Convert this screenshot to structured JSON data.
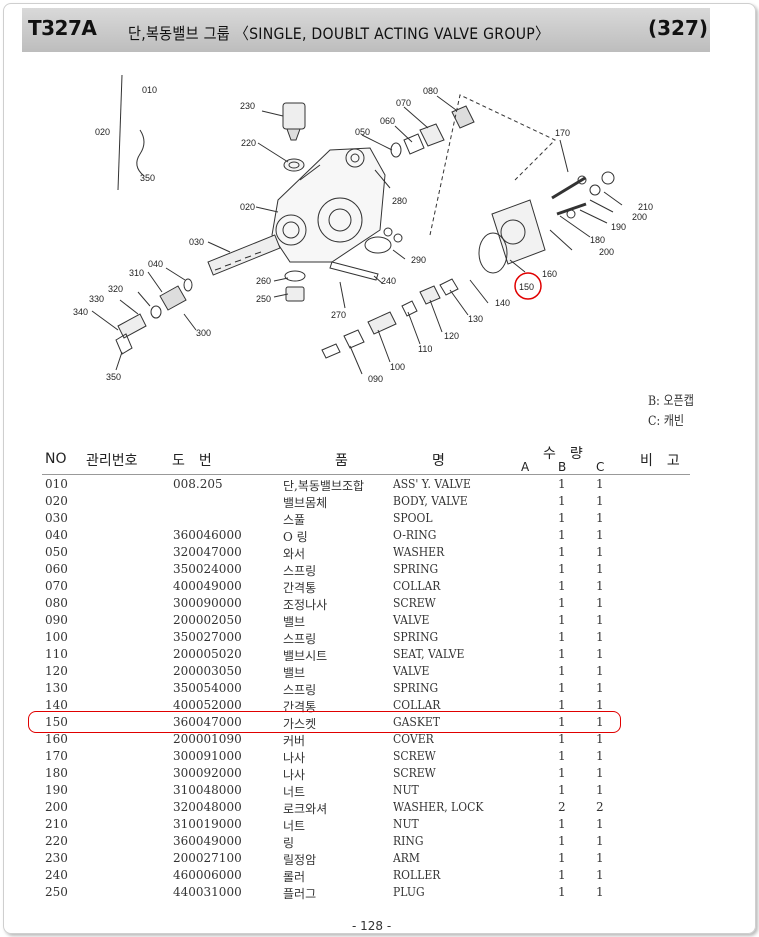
{
  "header": {
    "code": "T327A",
    "title": "단,복동밸브 그룹 〈SINGLE, DOUBLT ACTING VALVE GROUP〉",
    "page_ref": "(327)"
  },
  "diagram_callouts": [
    "010",
    "020",
    "350",
    "230",
    "220",
    "020",
    "030",
    "040",
    "310",
    "320",
    "330",
    "340",
    "350",
    "300",
    "260",
    "250",
    "270",
    "240",
    "290",
    "280",
    "050",
    "060",
    "070",
    "080",
    "170",
    "210",
    "200",
    "190",
    "180",
    "200",
    "160",
    "150",
    "140",
    "130",
    "120",
    "110",
    "100",
    "090"
  ],
  "legend": [
    "B: 오픈캡",
    "C: 캐빈"
  ],
  "table": {
    "headers": {
      "no": "NO",
      "mgmt": "관리번호",
      "drawing": "도　번",
      "name_a": "품",
      "name_b": "명",
      "qty": "수　량",
      "qa": "A",
      "qb": "B",
      "qc": "C",
      "remarks": "비　고"
    },
    "rows": [
      {
        "no": "010",
        "code": "008.205",
        "kr": "단,복동밸브조합",
        "en": "ASS' Y. VALVE",
        "b": "1",
        "c": "1"
      },
      {
        "no": "020",
        "code": "",
        "kr": "밸브몸체",
        "en": "BODY, VALVE",
        "b": "1",
        "c": "1"
      },
      {
        "no": "030",
        "code": "",
        "kr": "스풀",
        "en": "SPOOL",
        "b": "1",
        "c": "1"
      },
      {
        "no": "040",
        "code": "360046000",
        "kr": "O 링",
        "en": "O-RING",
        "b": "1",
        "c": "1"
      },
      {
        "no": "050",
        "code": "320047000",
        "kr": "와서",
        "en": "WASHER",
        "b": "1",
        "c": "1"
      },
      {
        "no": "060",
        "code": "350024000",
        "kr": "스프링",
        "en": "SPRING",
        "b": "1",
        "c": "1"
      },
      {
        "no": "070",
        "code": "400049000",
        "kr": "간격통",
        "en": "COLLAR",
        "b": "1",
        "c": "1"
      },
      {
        "no": "080",
        "code": "300090000",
        "kr": "조정나사",
        "en": "SCREW",
        "b": "1",
        "c": "1"
      },
      {
        "no": "090",
        "code": "200002050",
        "kr": "밸브",
        "en": "VALVE",
        "b": "1",
        "c": "1"
      },
      {
        "no": "100",
        "code": "350027000",
        "kr": "스프링",
        "en": "SPRING",
        "b": "1",
        "c": "1"
      },
      {
        "no": "110",
        "code": "200005020",
        "kr": "밸브시트",
        "en": "SEAT, VALVE",
        "b": "1",
        "c": "1"
      },
      {
        "no": "120",
        "code": "200003050",
        "kr": "밸브",
        "en": "VALVE",
        "b": "1",
        "c": "1"
      },
      {
        "no": "130",
        "code": "350054000",
        "kr": "스프링",
        "en": "SPRING",
        "b": "1",
        "c": "1"
      },
      {
        "no": "140",
        "code": "400052000",
        "kr": "간격통",
        "en": "COLLAR",
        "b": "1",
        "c": "1"
      },
      {
        "no": "150",
        "code": "360047000",
        "kr": "가스켓",
        "en": "GASKET",
        "b": "1",
        "c": "1"
      },
      {
        "no": "160",
        "code": "200001090",
        "kr": "커버",
        "en": "COVER",
        "b": "1",
        "c": "1"
      },
      {
        "no": "170",
        "code": "300091000",
        "kr": "나사",
        "en": "SCREW",
        "b": "1",
        "c": "1"
      },
      {
        "no": "180",
        "code": "300092000",
        "kr": "나사",
        "en": "SCREW",
        "b": "1",
        "c": "1"
      },
      {
        "no": "190",
        "code": "310048000",
        "kr": "너트",
        "en": "NUT",
        "b": "1",
        "c": "1"
      },
      {
        "no": "200",
        "code": "320048000",
        "kr": "로크와셔",
        "en": "WASHER, LOCK",
        "b": "2",
        "c": "2"
      },
      {
        "no": "210",
        "code": "310019000",
        "kr": "너트",
        "en": "NUT",
        "b": "1",
        "c": "1"
      },
      {
        "no": "220",
        "code": "360049000",
        "kr": "링",
        "en": "RING",
        "b": "1",
        "c": "1"
      },
      {
        "no": "230",
        "code": "200027100",
        "kr": "릴정암",
        "en": "ARM",
        "b": "1",
        "c": "1"
      },
      {
        "no": "240",
        "code": "460006000",
        "kr": "롤러",
        "en": "ROLLER",
        "b": "1",
        "c": "1"
      },
      {
        "no": "250",
        "code": "440031000",
        "kr": "플러그",
        "en": "PLUG",
        "b": "1",
        "c": "1"
      }
    ]
  },
  "footer": {
    "page": "- 128 -"
  },
  "colors": {
    "highlight": "#e00000",
    "header_bar": "#c8c8c8"
  }
}
